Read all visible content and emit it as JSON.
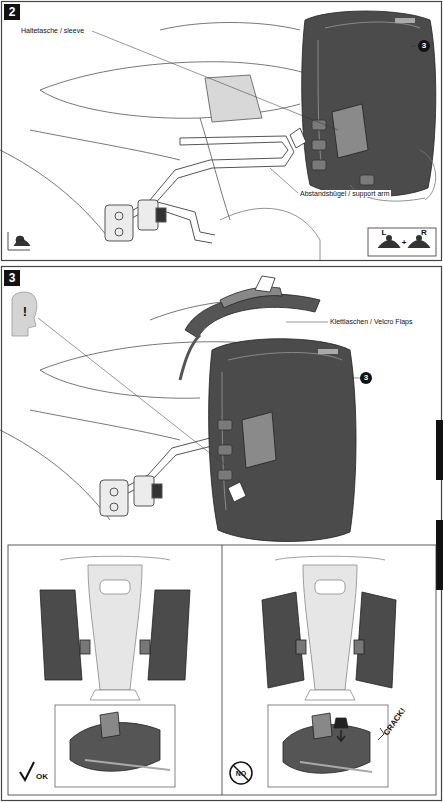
{
  "diagram": {
    "labels": [
      "2",
      "Haltetasche / sleeve",
      "Abstandsbügel / support arm",
      "3",
      "L",
      "+",
      "R",
      "3",
      "Klettlaschen / Velcro Flaps",
      "3",
      "!",
      "OK",
      "NO",
      "CRACK!"
    ]
  }
}
